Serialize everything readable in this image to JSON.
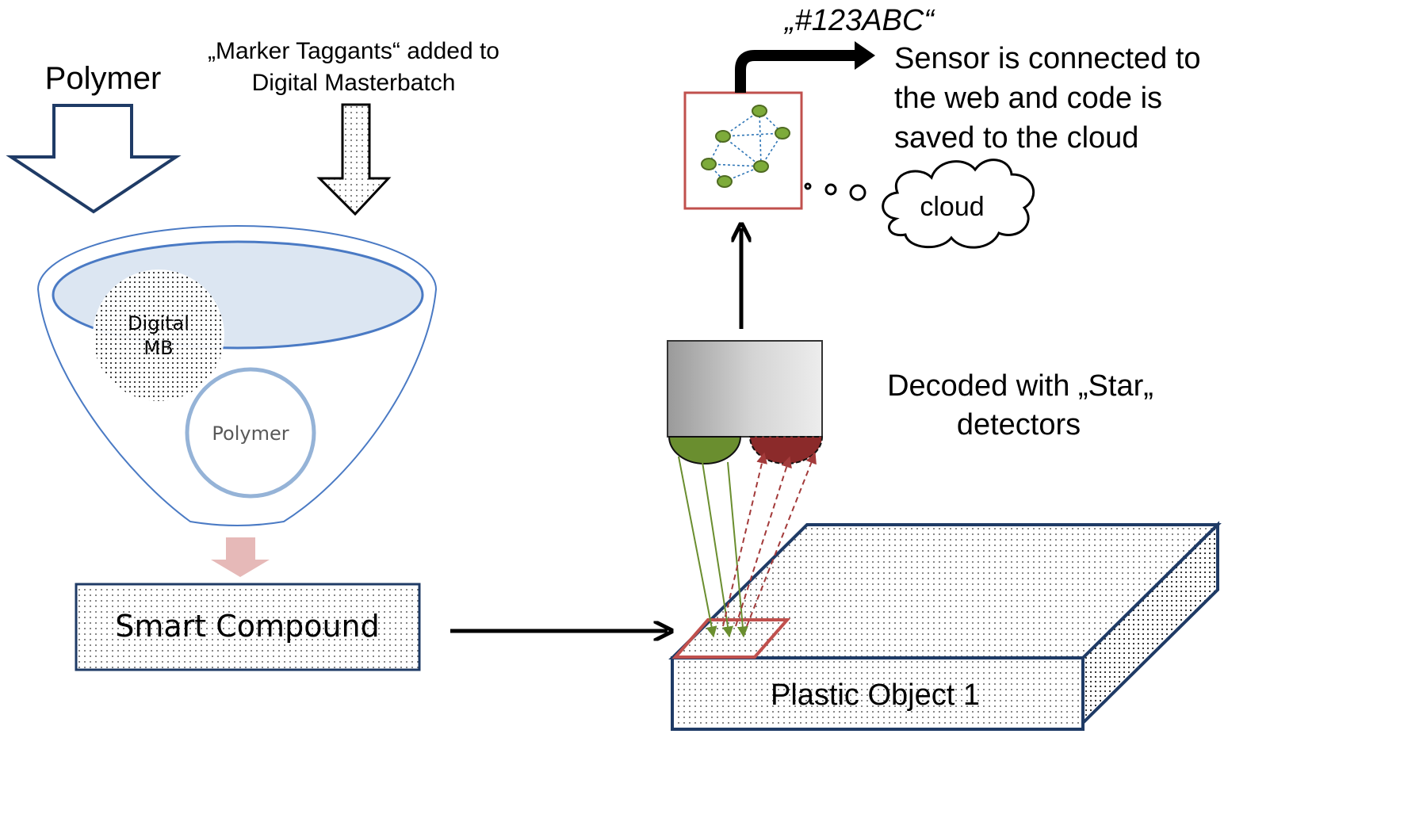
{
  "labels": {
    "polymer_input": "Polymer",
    "taggants_line1": "„Marker Taggants“ added to",
    "taggants_line2": "Digital Masterbatch",
    "digital_mb_line1": "Digital",
    "digital_mb_line2": "MB",
    "polymer_circle": "Polymer",
    "smart_compound": "Smart Compound",
    "plastic_object": "Plastic Object 1",
    "code": "„#123ABC“",
    "sensor_line1": "Sensor is connected to",
    "sensor_line2": "the web and code is",
    "sensor_line3": "saved to the cloud",
    "cloud": "cloud",
    "decoded_line1": "Decoded with „Star„",
    "decoded_line2": "detectors"
  },
  "colors": {
    "navy_outline": "#1f3b66",
    "funnel_outline": "#4a7ac4",
    "funnel_fill": "#dce6f2",
    "polymer_circle": "#95b3d7",
    "red_outline": "#c0504d",
    "green_emitter": "#6a8e2f",
    "red_detector": "#8b2a2a",
    "pink_arrow": "#e6b9b8",
    "network_node": "#7dab3a",
    "network_edge": "#2e75b6"
  }
}
